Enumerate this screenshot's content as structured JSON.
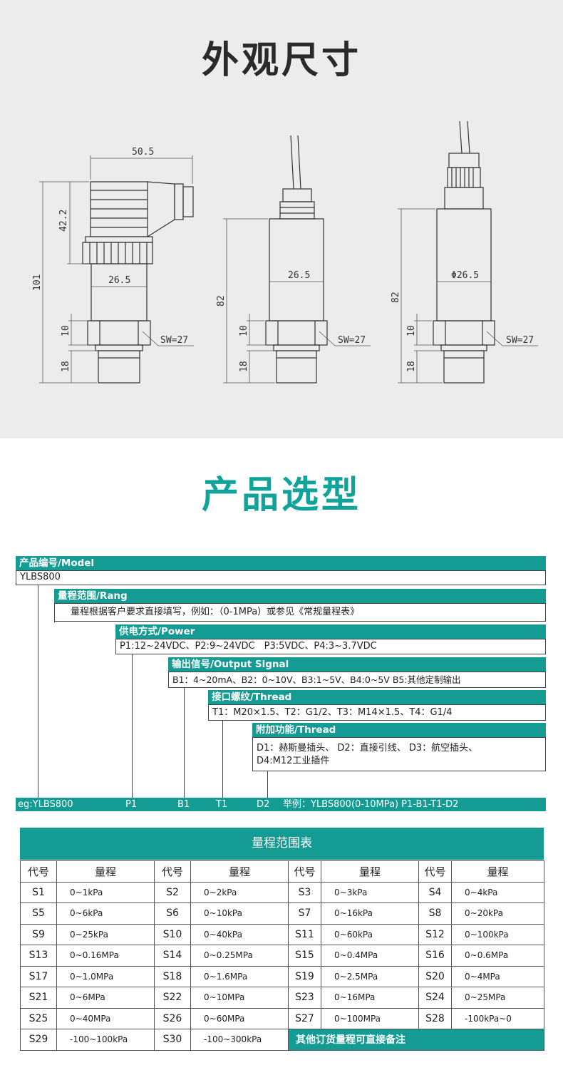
{
  "section1": {
    "title": "外观尺寸"
  },
  "drawing": {
    "dim_width": "50.5",
    "dim_head": "42.2",
    "dim_total_a": "101",
    "dim_body_a": "26.5",
    "dim_body_b": "26.5",
    "dim_body_c": "Φ26.5",
    "dim_total_b": "82",
    "dim_total_c": "82",
    "dim_hex": "10",
    "dim_thread": "18",
    "sw_label": "SW=27"
  },
  "section2": {
    "title": "产品选型"
  },
  "model": {
    "header": "产品编号/Model",
    "value": "YLBS800",
    "rang_header": "量程范围/Rang",
    "rang_text": "量程根据客户要求直接填写，例如：（0-1MPa）或参见《常规量程表》",
    "power_header": "供电方式/Power",
    "power_text": "P1:12~24VDC、P2:9~24VDC　P3:5VDC、P4:3~3.7VDC",
    "output_header": "输出信号/Output Signal",
    "output_text": "B1：4~20mA、B2：0~10V、B3:1~5V、B4:0~5V B5:其他定制输出",
    "thread_header": "接口螺纹/Thread",
    "thread_text": "T1：M20×1.5、T2：G1/2、T3：M14×1.5、T4：G1/4",
    "extra_header": "附加功能/Thread",
    "extra_text1": "D1：赫斯曼插头、 D2：直接引线、 D3：航空插头、",
    "extra_text2": "D4:M12工业插件",
    "eg_label": "eg:YLBS800",
    "eg_p": "P1",
    "eg_b": "B1",
    "eg_t": "T1",
    "eg_d": "D2",
    "eg_example": "举例：YLBS800(0-10MPa) P1-B1-T1-D2"
  },
  "range_table": {
    "title": "量程范围表",
    "col_code": "代号",
    "col_range": "量程",
    "rows": [
      [
        [
          "S1",
          "0~1kPa"
        ],
        [
          "S2",
          "0~2kPa"
        ],
        [
          "S3",
          "0~3kPa"
        ],
        [
          "S4",
          "0~4kPa"
        ]
      ],
      [
        [
          "S5",
          "0~6kPa"
        ],
        [
          "S6",
          "0~10kPa"
        ],
        [
          "S7",
          "0~16kPa"
        ],
        [
          "S8",
          "0~20kPa"
        ]
      ],
      [
        [
          "S9",
          "0~25kPa"
        ],
        [
          "S10",
          "0~40kPa"
        ],
        [
          "S11",
          "0~60kPa"
        ],
        [
          "S12",
          "0~100kPa"
        ]
      ],
      [
        [
          "S13",
          "0~0.16MPa"
        ],
        [
          "S14",
          "0~0.25MPa"
        ],
        [
          "S15",
          "0~0.4MPa"
        ],
        [
          "S16",
          "0~0.6MPa"
        ]
      ],
      [
        [
          "S17",
          "0~1.0MPa"
        ],
        [
          "S18",
          "0~1.6MPa"
        ],
        [
          "S19",
          "0~2.5MPa"
        ],
        [
          "S20",
          "0~4MPa"
        ]
      ],
      [
        [
          "S21",
          "0~6MPa"
        ],
        [
          "S22",
          "0~10MPa"
        ],
        [
          "S23",
          "0~16MPa"
        ],
        [
          "S24",
          "0~25MPa"
        ]
      ],
      [
        [
          "S25",
          "0~40MPa"
        ],
        [
          "S26",
          "0~60MPa"
        ],
        [
          "S27",
          "0~100MPa"
        ],
        [
          "S28",
          "-100kPa~0"
        ]
      ]
    ],
    "last_row": [
      [
        "S29",
        "-100~100kPa"
      ],
      [
        "S30",
        "-100~300kPa"
      ]
    ],
    "note": "其他订货量程可直接备注"
  }
}
